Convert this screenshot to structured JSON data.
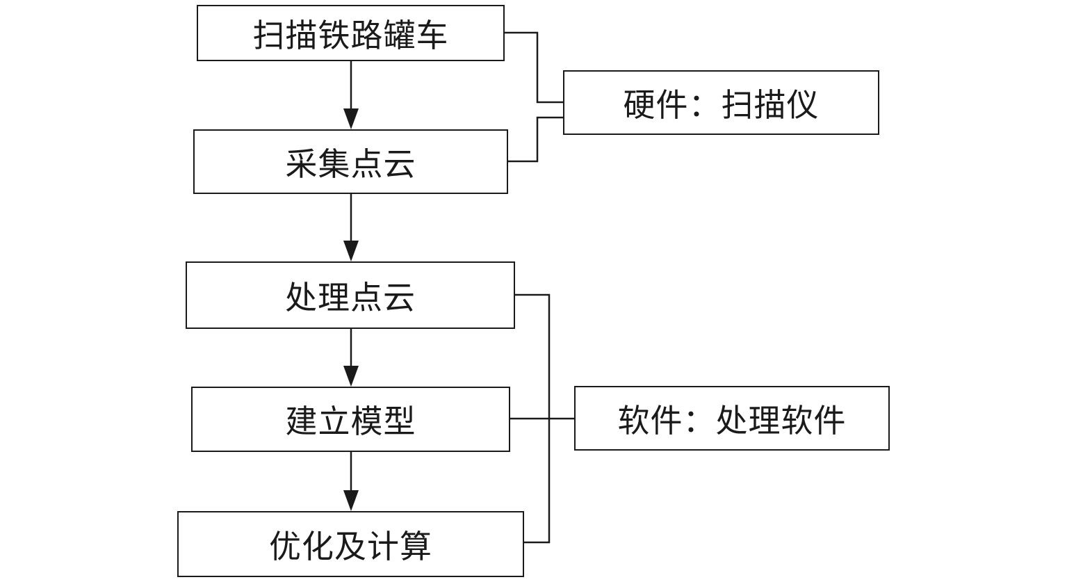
{
  "diagram": {
    "steps": {
      "scan": "扫描铁路罐车",
      "collect": "采集点云",
      "process": "处理点云",
      "model": "建立模型",
      "optimize": "优化及计算"
    },
    "resources": {
      "hardware": "硬件：扫描仪",
      "software": "软件：处理软件"
    },
    "colors": {
      "line": "#1a1a1a",
      "background": "#ffffff"
    }
  }
}
